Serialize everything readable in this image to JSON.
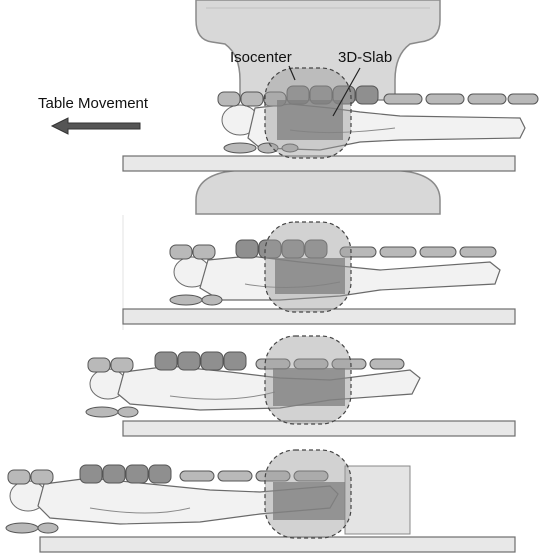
{
  "labels": {
    "isocenter": "Isocenter",
    "slab": "3D-Slab",
    "table_movement": "Table Movement"
  },
  "colors": {
    "magnet": "#d8d8d8",
    "magnet_edge": "#8a8a8a",
    "table": "#e8e8e8",
    "table_edge": "#6e6e6e",
    "body": "#f2f2f2",
    "body_edge": "#6a6a6a",
    "coil": "#b9b9b9",
    "coil_edge": "#555555",
    "slab": "#7d7d7d",
    "isocenter_zone": "#9c9c9c",
    "arrow": "#555555"
  },
  "panels": [
    {
      "step": 1,
      "table_shift": 0
    },
    {
      "step": 2,
      "table_shift": 1
    },
    {
      "step": 3,
      "table_shift": 2
    },
    {
      "step": 4,
      "table_shift": 3
    }
  ]
}
